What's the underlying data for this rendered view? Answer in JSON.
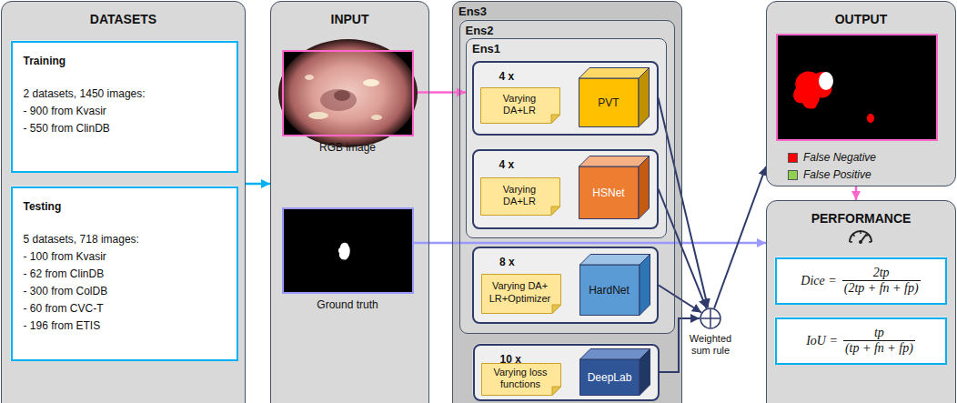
{
  "diagram": {
    "nodes": [
      {
        "text": [
          "DATASETS"
        ]
      },
      {
        "text": [
          "Training",
          "2 datasets, 1450 images:",
          "- 900 from Kvasir",
          "- 550 from ClinDB"
        ],
        "in": 0
      },
      {
        "text": [
          "Testing",
          "5 datasets, 718 images:",
          "- 100 from Kvasir",
          "- 62 from ClinDB",
          "- 300 from ColDB",
          "- 60 from CVC-T",
          "- 196 from ETIS"
        ],
        "in": 0
      },
      {
        "text": [
          "INPUT"
        ]
      },
      {
        "text": [
          "RGB image"
        ],
        "in": 3
      },
      {
        "text": [
          "Ground truth"
        ],
        "in": 3
      },
      {
        "text": [
          "Ens3"
        ]
      },
      {
        "text": [
          "Ens2"
        ],
        "in": 6
      },
      {
        "text": [
          "Ens1"
        ],
        "in": 7
      },
      {
        "text": [
          "4 x"
        ],
        "in": 8
      },
      {
        "text": [
          "Varying DA+LR"
        ],
        "in": 9
      },
      {
        "text": [
          "PVT"
        ],
        "in": 9
      },
      {
        "text": [
          "4 x"
        ],
        "in": 8
      },
      {
        "text": [
          "Varying DA+LR"
        ],
        "in": 12
      },
      {
        "text": [
          "HSNet"
        ],
        "in": 12
      },
      {
        "text": [
          "8 x"
        ],
        "in": 7
      },
      {
        "text": [
          "Varying DA+ LR+Optimizer"
        ],
        "in": 15
      },
      {
        "text": [
          "HardNet"
        ],
        "in": 15
      },
      {
        "text": [
          "10 x"
        ],
        "in": 6
      },
      {
        "text": [
          "Varying loss functions"
        ],
        "in": 18
      },
      {
        "text": [
          "DeepLab"
        ],
        "in": 18
      },
      {
        "text": [
          "Weighted sum rule"
        ]
      },
      {
        "text": [
          "OUTPUT"
        ]
      },
      {
        "text": [
          "PERFORMANCE"
        ]
      },
      {
        "text": [
          "Dice =",
          "2tp",
          "(2tp + fn + fp)"
        ],
        "in": 23
      },
      {
        "text": [
          "IoU =",
          "tp",
          "(tp + fn + fp)"
        ],
        "in": 23
      }
    ],
    "edges": [
      {
        "from": 0,
        "to": 3,
        "arrow": "to"
      },
      {
        "from": 4,
        "to": 8,
        "arrow": "to"
      },
      {
        "from": 5,
        "to": 23,
        "arrow": "to"
      },
      {
        "from": 9,
        "to": 21,
        "arrow": "to"
      },
      {
        "from": 12,
        "to": 21,
        "arrow": "to"
      },
      {
        "from": 15,
        "to": 21,
        "arrow": "to"
      },
      {
        "from": 18,
        "to": 21,
        "arrow": "to"
      },
      {
        "from": 21,
        "to": 22,
        "arrow": "to"
      },
      {
        "from": 22,
        "to": 23,
        "arrow": "to"
      }
    ],
    "legend": [
      {
        "text": "False Negative",
        "color": "#ff0000"
      },
      {
        "text": "False Positive",
        "color": "#92d050"
      }
    ]
  }
}
